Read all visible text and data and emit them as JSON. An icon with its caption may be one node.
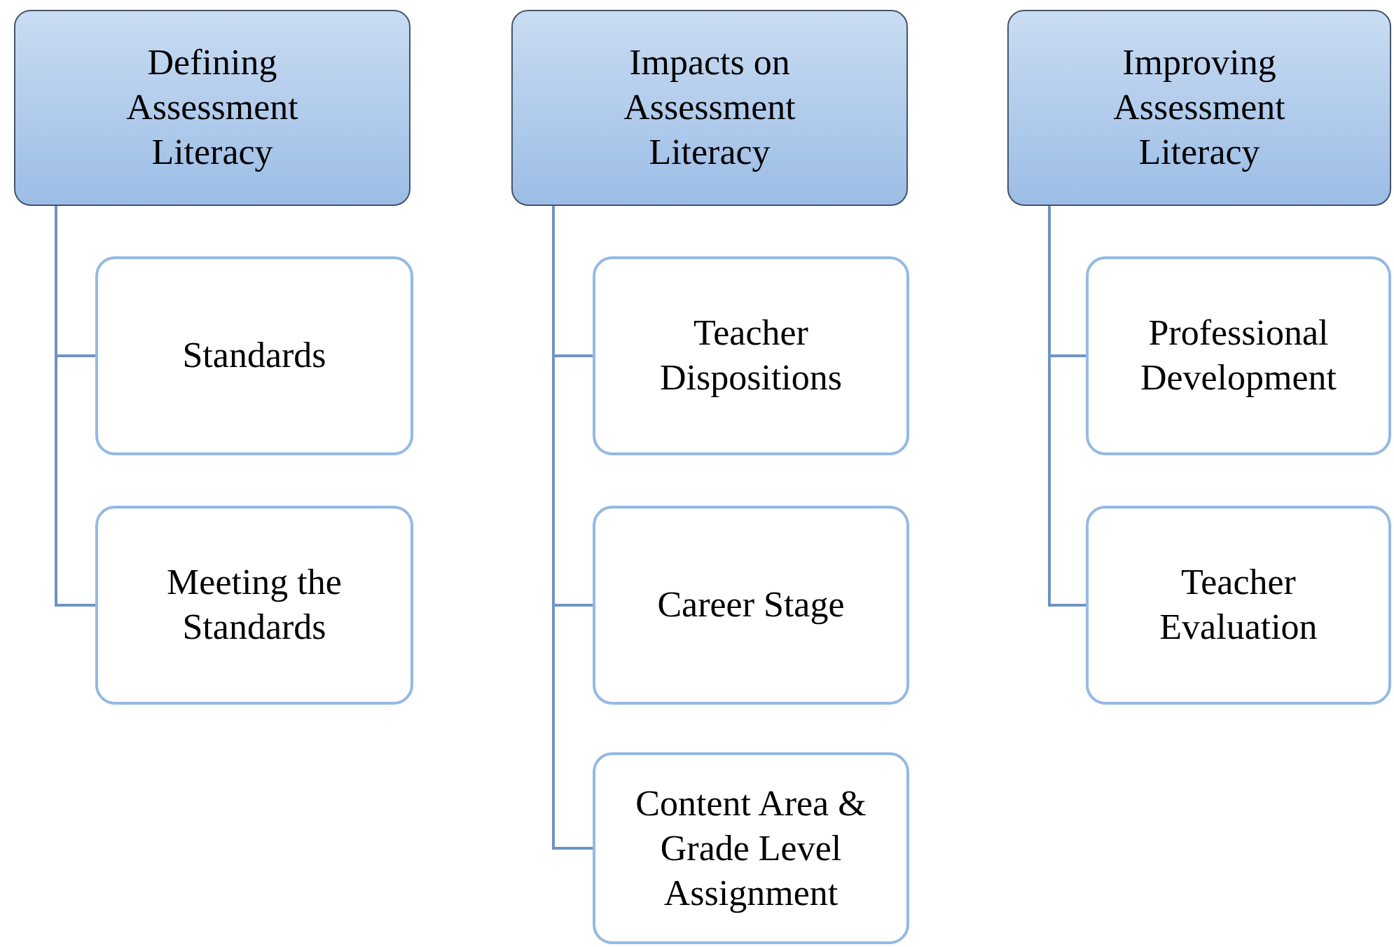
{
  "diagram": {
    "nodes": [
      {
        "text": [
          "Defining Assessment Literacy"
        ]
      },
      {
        "text": [
          "Standards"
        ]
      },
      {
        "text": [
          "Meeting the Standards"
        ]
      },
      {
        "text": [
          "Impacts on Assessment Literacy"
        ]
      },
      {
        "text": [
          "Teacher Dispositions"
        ]
      },
      {
        "text": [
          "Career Stage"
        ]
      },
      {
        "text": [
          "Content Area & Grade Level Assignment"
        ]
      },
      {
        "text": [
          "Improving Assessment Literacy"
        ]
      },
      {
        "text": [
          "Professional Development"
        ]
      },
      {
        "text": [
          "Teacher Evaluation"
        ]
      }
    ],
    "edges": [
      {
        "from": 0,
        "to": 1,
        "arrow": "none"
      },
      {
        "from": 0,
        "to": 2,
        "arrow": "none"
      },
      {
        "from": 3,
        "to": 4,
        "arrow": "none"
      },
      {
        "from": 3,
        "to": 5,
        "arrow": "none"
      },
      {
        "from": 3,
        "to": 6,
        "arrow": "none"
      },
      {
        "from": 7,
        "to": 8,
        "arrow": "none"
      },
      {
        "from": 7,
        "to": 9,
        "arrow": "none"
      }
    ]
  }
}
